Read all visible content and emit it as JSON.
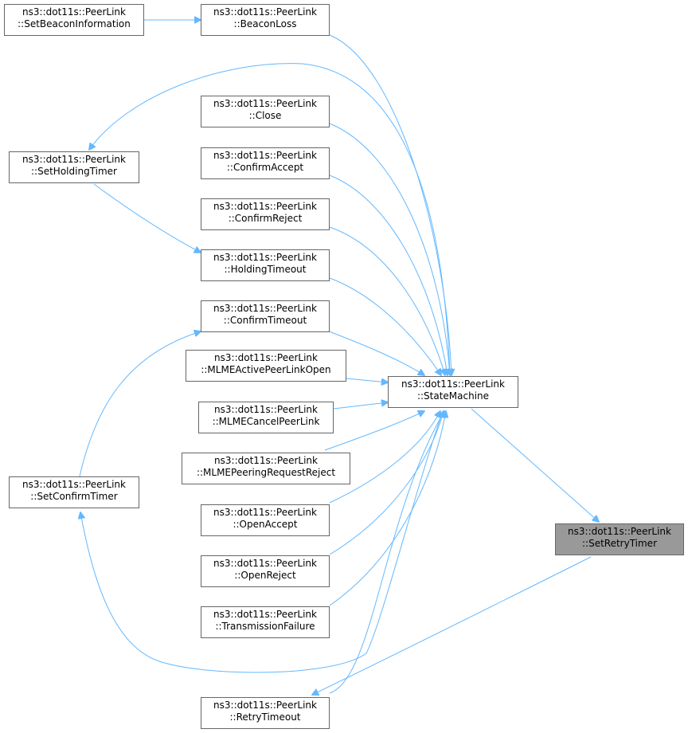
{
  "colors": {
    "edge": "#63b8ff",
    "node_border": "#666666",
    "current_fill": "#999999"
  },
  "nodes": {
    "setbeaconinformation": {
      "line1": "ns3::dot11s::PeerLink",
      "line2": "::SetBeaconInformation"
    },
    "beaconloss": {
      "line1": "ns3::dot11s::PeerLink",
      "line2": "::BeaconLoss"
    },
    "close": {
      "line1": "ns3::dot11s::PeerLink",
      "line2": "::Close"
    },
    "confirmaccept": {
      "line1": "ns3::dot11s::PeerLink",
      "line2": "::ConfirmAccept"
    },
    "confirmreject": {
      "line1": "ns3::dot11s::PeerLink",
      "line2": "::ConfirmReject"
    },
    "setholdingtimer": {
      "line1": "ns3::dot11s::PeerLink",
      "line2": "::SetHoldingTimer"
    },
    "holdingtimeout": {
      "line1": "ns3::dot11s::PeerLink",
      "line2": "::HoldingTimeout"
    },
    "confirmtimeout": {
      "line1": "ns3::dot11s::PeerLink",
      "line2": "::ConfirmTimeout"
    },
    "mlmeactivepeerlinkopen": {
      "line1": "ns3::dot11s::PeerLink",
      "line2": "::MLMEActivePeerLinkOpen"
    },
    "statemachine": {
      "line1": "ns3::dot11s::PeerLink",
      "line2": "::StateMachine"
    },
    "mlmecancelpeerlink": {
      "line1": "ns3::dot11s::PeerLink",
      "line2": "::MLMECancelPeerLink"
    },
    "mlmepeeringrequestreject": {
      "line1": "ns3::dot11s::PeerLink",
      "line2": "::MLMEPeeringRequestReject"
    },
    "setconfirmtimer": {
      "line1": "ns3::dot11s::PeerLink",
      "line2": "::SetConfirmTimer"
    },
    "openaccept": {
      "line1": "ns3::dot11s::PeerLink",
      "line2": "::OpenAccept"
    },
    "setretrytimer": {
      "line1": "ns3::dot11s::PeerLink",
      "line2": "::SetRetryTimer"
    },
    "openreject": {
      "line1": "ns3::dot11s::PeerLink",
      "line2": "::OpenReject"
    },
    "transmissionfailure": {
      "line1": "ns3::dot11s::PeerLink",
      "line2": "::TransmissionFailure"
    },
    "retrytimeout": {
      "line1": "ns3::dot11s::PeerLink",
      "line2": "::RetryTimeout"
    }
  }
}
